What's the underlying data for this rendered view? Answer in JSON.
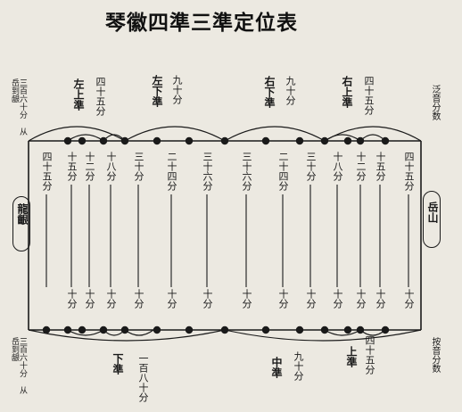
{
  "title": "琴徽四準三準定位表",
  "top_left_note": "三百六十分 从岳到龈",
  "bottom_left_note": "三百六十分 从岳到龈",
  "top_right_note": "泛音分数",
  "bottom_right_note": "按音分数",
  "longlu_label": "龍齦",
  "yueshan_label": "岳山",
  "top_labels": {
    "zuo_shang": {
      "count": "四十五分",
      "name": "左上準"
    },
    "zuo_xia": {
      "count": "九十分",
      "name": "左下準"
    },
    "you_xia": {
      "count": "九十分",
      "name": "右下準"
    },
    "you_shang": {
      "count": "四十五分",
      "name": "右上準"
    }
  },
  "columns": [
    {
      "top": "四十五分",
      "bottom": ""
    },
    {
      "top": "十五分",
      "bottom": "十分"
    },
    {
      "top": "十二分",
      "bottom": "十分"
    },
    {
      "top": "十八分",
      "bottom": "十分"
    },
    {
      "top": "三十分",
      "bottom": "十分"
    },
    {
      "top": "二十四分",
      "bottom": "十分"
    },
    {
      "top": "三十六分",
      "bottom": "十分"
    },
    {
      "top": "三十六分",
      "bottom": "十分"
    },
    {
      "top": "二十四分",
      "bottom": "十分"
    },
    {
      "top": "三十分",
      "bottom": "十分"
    },
    {
      "top": "十八分",
      "bottom": "十分"
    },
    {
      "top": "十二分",
      "bottom": "十分"
    },
    {
      "top": "十五分",
      "bottom": "十分"
    },
    {
      "top": "四十五分",
      "bottom": "十分"
    }
  ],
  "bottom_labels": {
    "xia": {
      "count": "一百八十分",
      "name": "下準"
    },
    "zhong": {
      "count": "九十分",
      "name": "中準"
    },
    "shang": {
      "count": "四十五分",
      "name": "上準"
    }
  }
}
